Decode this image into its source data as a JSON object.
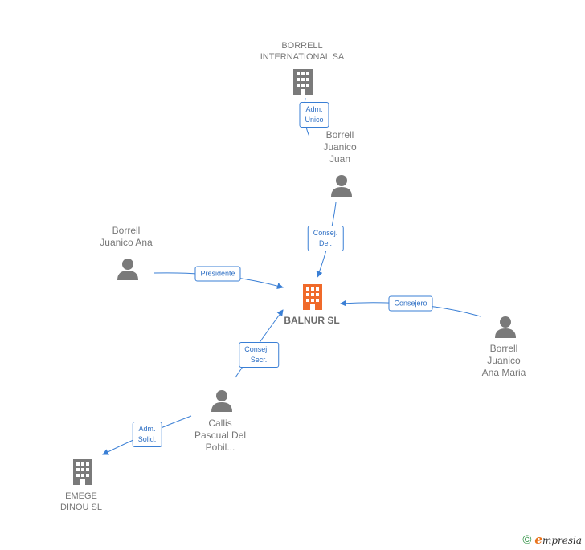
{
  "colors": {
    "edge": "#3a7fd5",
    "person": "#7a7a7a",
    "company": "#7a7a7a",
    "focus_company": "#f06a2a"
  },
  "nodes": {
    "borrell_international": {
      "label": "BORRELL\nINTERNATIONAL SA",
      "icon": "building-icon"
    },
    "borrell_juan": {
      "label": "Borrell\nJuanico\nJuan",
      "icon": "person-icon"
    },
    "borrell_ana": {
      "label": "Borrell\nJuanico Ana",
      "icon": "person-icon"
    },
    "balnur": {
      "label": "BALNUR SL",
      "icon": "building-icon"
    },
    "borrell_ana_maria": {
      "label": "Borrell\nJuanico\nAna Maria",
      "icon": "person-icon"
    },
    "callis": {
      "label": "Callis\nPascual Del\nPobil...",
      "icon": "person-icon"
    },
    "emege": {
      "label": "EMEGE\nDINOU SL",
      "icon": "building-icon"
    }
  },
  "edges": {
    "adm_unico": "Adm.\nUnico",
    "consej_del": "Consej.\nDel.",
    "presidente": "Presidente",
    "consejero": "Consejero",
    "consej_secr": "Consej. ,\nSecr.",
    "adm_solid": "Adm.\nSolid."
  },
  "footer": {
    "copyright": "©",
    "brand_initial": "e",
    "brand_rest": "mpresia"
  }
}
